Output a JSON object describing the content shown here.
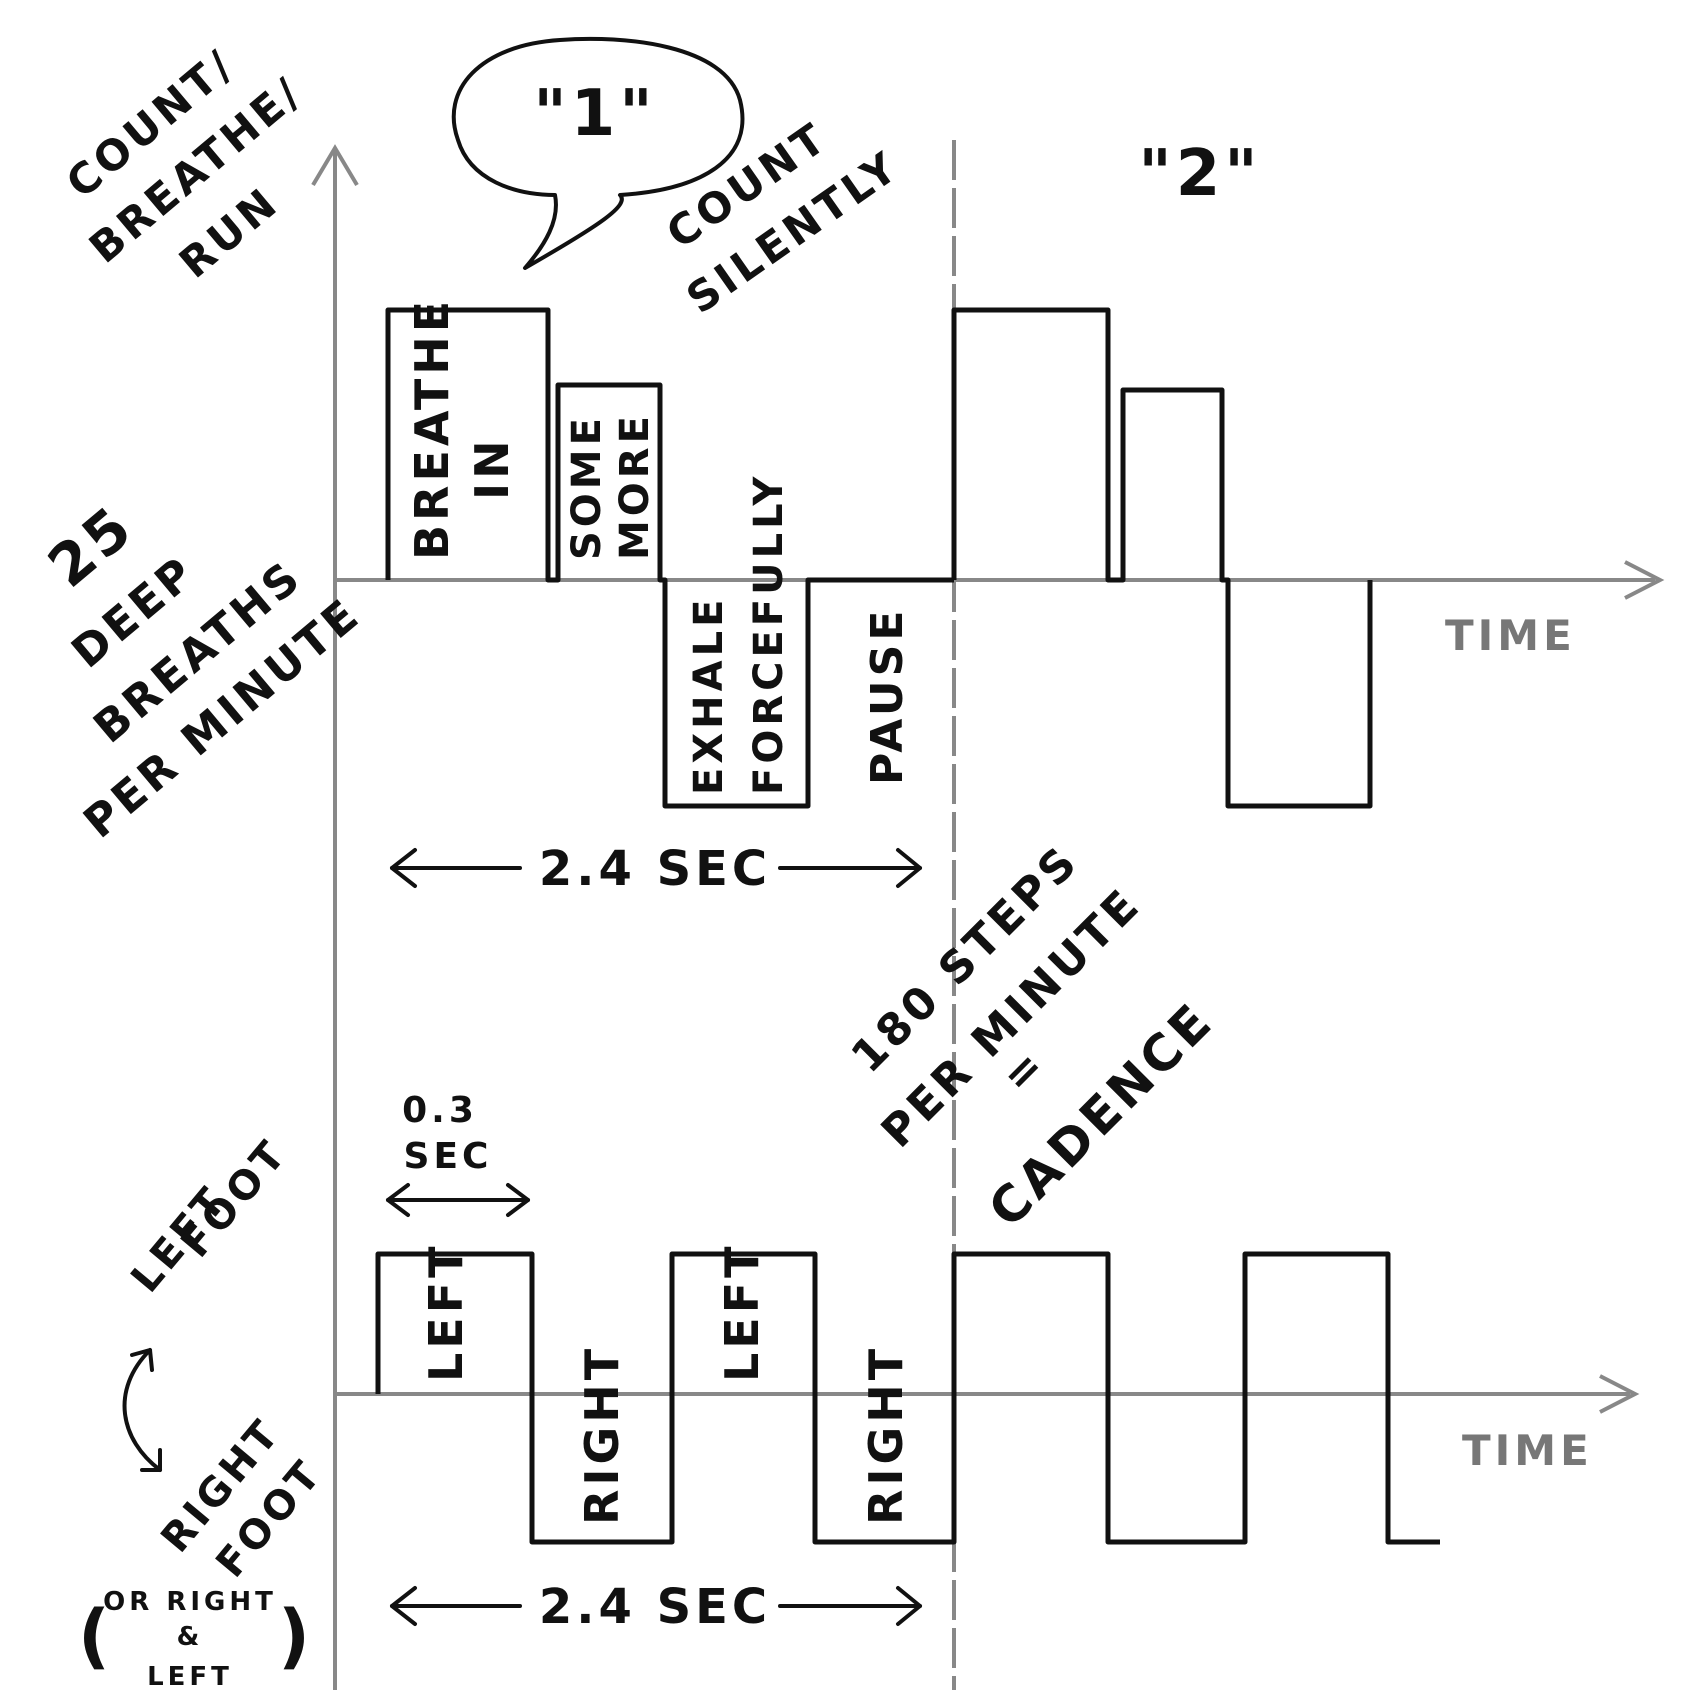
{
  "top": {
    "y_label_lines": [
      "COUNT/",
      "BREATHE/",
      "RUN"
    ],
    "rate_lines": [
      "25",
      "DEEP",
      "BREATHS",
      "PER MINUTE"
    ],
    "speech_count": "\"1\"",
    "count_silently_lines": [
      "COUNT",
      "SILENTLY"
    ],
    "count_two": "\"2\"",
    "segments": {
      "breathe_in": [
        "BREATHE",
        "IN"
      ],
      "some_more": [
        "SOME",
        "MORE"
      ],
      "exhale": [
        "EXHALE",
        "FORCEFULLY"
      ],
      "pause": "PAUSE"
    },
    "time_label": "TIME",
    "duration": "2.4 SEC"
  },
  "bottom": {
    "left_foot_lines": [
      "LEFT",
      "FOOT"
    ],
    "right_foot_lines": [
      "RIGHT",
      "FOOT"
    ],
    "or_note_lines": [
      "OR RIGHT",
      "&",
      "LEFT"
    ],
    "step_duration_lines": [
      "0.3",
      "SEC"
    ],
    "cadence_lines": [
      "180 STEPS",
      "PER MINUTE",
      "=",
      "CADENCE"
    ],
    "left_label": "LEFT",
    "right_label": "RIGHT",
    "time_label": "TIME",
    "duration": "2.4 SEC"
  },
  "colors": {
    "ink": "#111111",
    "axis": "#888888",
    "background": "#ffffff"
  }
}
